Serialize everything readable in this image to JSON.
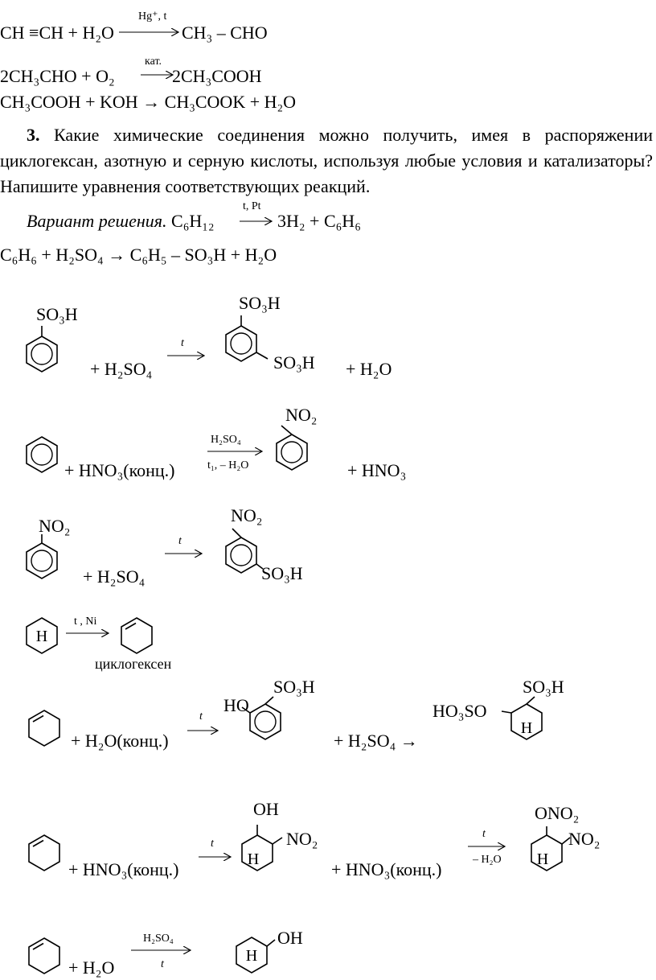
{
  "eq1": {
    "left": "CH  ≡CH + H₂O",
    "cond": "Hg⁺, t",
    "right": "CH₃ – CHO"
  },
  "eq2": {
    "left": "2CH₃CHO + O₂",
    "cond": "кат.",
    "right": "2CH₃COOH"
  },
  "eq3": {
    "text": "CH₃COOH + KOH → CH₃COOK + H₂O"
  },
  "task": {
    "number": "3.",
    "text": " Какие химические соединения можно получить, имея в распоряжении циклогексан, азотную и серную кислоты, используя любые условия и катализаторы? Напишите уравнения соответствующих реакций."
  },
  "variant": {
    "label": "Вариант решения.",
    "left": "C₆H₁₂",
    "cond": "t, Pt",
    "right": "3H₂ + C₆H₆"
  },
  "eq4": {
    "text": "C₆H₆ + H₂SO₄ → C₆H₅ – SO₃H + H₂O"
  },
  "r1": {
    "sub1": "SO₃H",
    "reagent": "+ H₂SO₄",
    "cond": "t",
    "p_sub1": "SO₃H",
    "p_sub2": "SO₃H",
    "byproduct": "+ H₂O"
  },
  "r2": {
    "reagent": "+ HNO₃(конц.)",
    "cond_top": "H₂SO₄",
    "cond_bottom": "t₁, – H₂O",
    "p_sub": "NO₂",
    "byproduct": "+ HNO₃"
  },
  "r3": {
    "sub": "NO₂",
    "reagent": "+ H₂SO₄",
    "cond": "t",
    "p_sub1": "NO₂",
    "p_sub2": "SO₃H"
  },
  "r4": {
    "ring_label": "H",
    "cond": "t , Ni",
    "product_name": "циклогексен"
  },
  "r5": {
    "reagent": "+ H₂O(конц.)",
    "cond": "t",
    "p_sub1": "HO",
    "p_sub2": "SO₃H",
    "reagent2": "+ H₂SO₄ →",
    "p2_sub1": "HO₃SO",
    "p2_sub2": "SO₃H",
    "ring_label": "H"
  },
  "r6": {
    "reagent": "+ HNO₃(конц.)",
    "cond": "t",
    "p_sub1": "OH",
    "p_sub2": "NO₂",
    "reagent2": "+ HNO₃(конц.)",
    "cond2_top": "t",
    "cond2_bottom": "– H₂O",
    "p2_sub1": "ONO₂",
    "p2_sub2": "NO₂",
    "ring_label": "H"
  },
  "r7": {
    "reagent": "+ H₂O",
    "cond_top": "H₂SO₄",
    "cond_bottom": "t",
    "p_sub": "OH",
    "ring_label": "H"
  }
}
